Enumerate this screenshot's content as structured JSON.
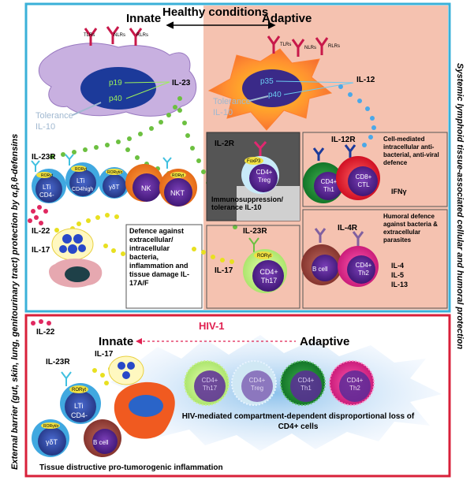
{
  "side_labels": {
    "left": "External barrier (gut, skin, lung, genitourinary tract) protection by α,β,θ-defensins",
    "right": "Systemic lymphoid tissue-associated cellular and humoral protection"
  },
  "top_panel": {
    "innate": "Innate",
    "adaptive": "Adaptive",
    "condition": "Healthy conditions",
    "receptors_left": [
      "TLRs",
      "NLRs",
      "RLRs"
    ],
    "receptors_right": [
      "TLRs",
      "NLRs",
      "RLRs"
    ],
    "innate_cell": {
      "p19": "p19",
      "p40": "p40",
      "cytokine": "IL-23",
      "tolerance": "Tolerance",
      "il10": "IL-10"
    },
    "adaptive_cell": {
      "p35": "p35",
      "p40": "p40",
      "cytokine": "IL-12",
      "tolerance": "Tolerance",
      "il10": "IL-10"
    },
    "il23r_label": "IL-23R",
    "innate_cells": [
      {
        "marker": "RORγt",
        "name": "LTi",
        "name2": "CD4-"
      },
      {
        "marker": "RORγt",
        "name": "LTi",
        "name2": "CD4high"
      },
      {
        "marker": "RORγt/α",
        "name": "γδT",
        "name2": ""
      },
      {
        "marker": "",
        "name": "NK",
        "name2": ""
      },
      {
        "marker": "RORγt",
        "name": "NKT",
        "name2": ""
      }
    ],
    "il22": "IL-22",
    "il17": "IL-17",
    "defence_box": "Defence against extracellular/ intracellular bacteria, inflammation and tissue damage IL-17A/F",
    "treg_box": {
      "receptor": "IL-2R",
      "foxp3": "FoxP3",
      "cell": "CD4+ Treg",
      "caption": "Immunosuppression/ tolerance IL-10"
    },
    "th17_box": {
      "receptor": "IL-23R",
      "cytokine": "IL-17",
      "marker": "RORγt",
      "cell": "CD4+ Th17"
    },
    "th1_box": {
      "receptor": "IL-12R",
      "cell1": "CD4+ Th1",
      "cell2": "CD8+ CTL",
      "caption": "Cell-mediated intracellular anti-bacterial, anti-viral defence",
      "ifn": "IFNγ"
    },
    "th2_box": {
      "receptor": "IL-4R",
      "cell1": "B cell",
      "cell2": "CD4+ Th2",
      "caption": "Humoral defence against bacteria & extracellular parasites",
      "cytokines": [
        "IL-4",
        "IL-5",
        "IL-13"
      ]
    }
  },
  "bottom_panel": {
    "hiv": "HIV-1",
    "innate": "Innate",
    "adaptive": "Adaptive",
    "il22": "IL-22",
    "il23r": "IL-23R",
    "il17": "IL-17",
    "cells_left": [
      {
        "marker": "RORγt",
        "name": "LTi",
        "name2": "CD4-"
      },
      {
        "marker": "RORγt/α",
        "name": "γδT"
      },
      {
        "name": "B cell"
      }
    ],
    "depleted_cells": [
      "CD4+ Th17",
      "CD4+ Treg",
      "CD4+ Th1",
      "CD4+ Th2"
    ],
    "loss_caption": "HIV-mediated compartment-dependent disproportional loss of CD4+ cells",
    "footer": "Tissue distructive pro-tumorogenic inflammation"
  },
  "colors": {
    "panel_border_top": "#3ab0d8",
    "panel_border_bottom": "#d8203a",
    "adaptive_bg": "#f5c2b0",
    "receptor": "#c8184a",
    "il23_dots": "#6cc040",
    "il12_dots": "#4aa8e8",
    "il17_dots": "#e8e020",
    "il22_dots": "#e02860",
    "hiv": "#e02050"
  }
}
